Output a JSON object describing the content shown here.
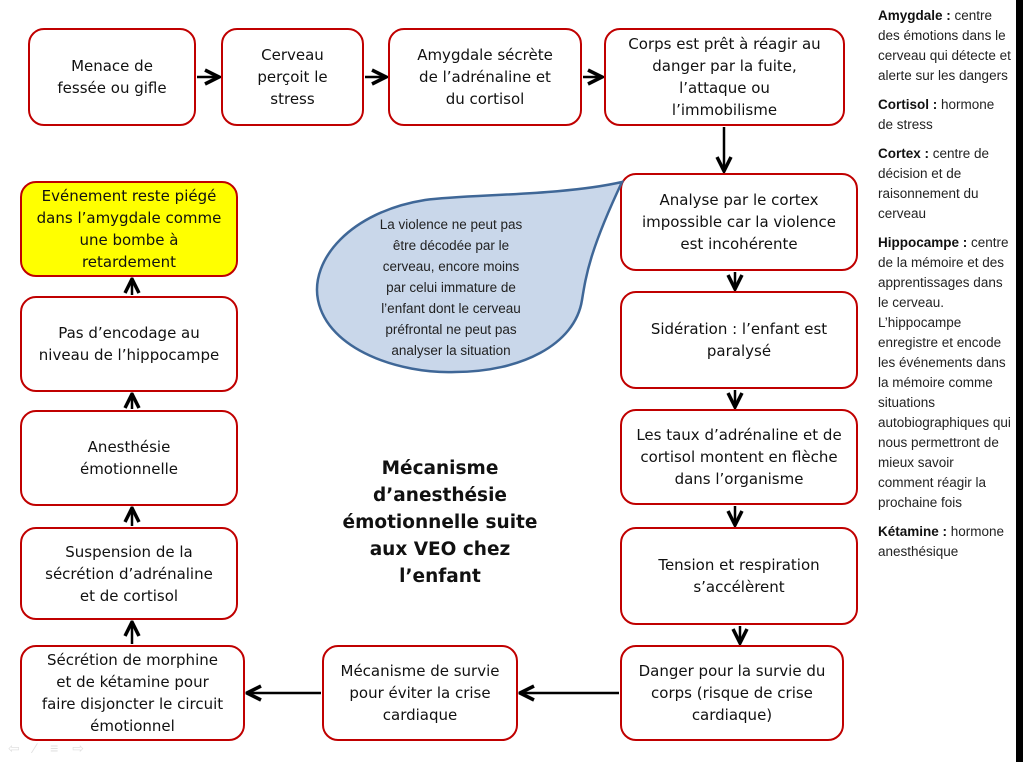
{
  "title": "Mécanisme\nd’anesthésie\némotionnelle suite\naux VEO chez\nl’enfant",
  "flow_boxes": [
    {
      "id": "menace",
      "text": "Menace de\nfessée ou gifle"
    },
    {
      "id": "cerveau",
      "text": "Cerveau\nperçoit le\nstress"
    },
    {
      "id": "amygdale",
      "text": "Amygdale sécrète\nde l’adrénaline et\ndu cortisol"
    },
    {
      "id": "corps",
      "text": "Corps est prêt à réagir au\ndanger par la fuite,\nl’attaque ou\nl’immobilisme"
    },
    {
      "id": "analyse",
      "text": "Analyse par le cortex\nimpossible car la violence\nest incohérente"
    },
    {
      "id": "sideration",
      "text": "Sidération : l’enfant est\nparalysé"
    },
    {
      "id": "taux",
      "text": "Les taux d’adrénaline et de\ncortisol montent en flèche\ndans l’organisme"
    },
    {
      "id": "tension",
      "text": "Tension et respiration\ns’accélèrent"
    },
    {
      "id": "danger",
      "text": "Danger pour la survie du\ncorps (risque de crise\ncardiaque)"
    },
    {
      "id": "survie",
      "text": "Mécanisme de survie\npour éviter la crise\ncardiaque"
    },
    {
      "id": "secretion",
      "text": "Sécrétion de morphine\net de kétamine pour\nfaire disjoncter le circuit\némotionnel"
    },
    {
      "id": "suspension",
      "text": "Suspension de la\nsécrétion d’adrénaline\net de cortisol"
    },
    {
      "id": "anesthesie",
      "text": "Anesthésie\némotionnelle"
    },
    {
      "id": "encodage",
      "text": "Pas d’encodage au\nniveau de l’hippocampe"
    },
    {
      "id": "evenement",
      "text": "Evénement reste piégé\ndans l’amygdale comme\nune bombe à\nretardement",
      "highlight": "#ffff00"
    }
  ],
  "callout": {
    "text": "La violence ne peut pas\nêtre décodée par le\ncerveau, encore moins\npar celui immature de\nl’enfant dont le cerveau\npréfrontal ne peut pas\nanalyser la situation",
    "fill": "#c9d7ea",
    "stroke": "#3f6797"
  },
  "glossary": [
    {
      "term": "Amygdale :",
      "definition": " centre des émotions dans le cerveau qui détecte et alerte sur les dangers"
    },
    {
      "term": "Cortisol :",
      "definition": " hormone de stress"
    },
    {
      "term": "Cortex :",
      "definition": " centre de décision et de raisonnement du cerveau"
    },
    {
      "term": "Hippocampe :",
      "definition": " centre de la mémoire et des apprentissages dans le cerveau. L’hippocampe enregistre et encode les événements dans la mémoire comme situations autobiographiques qui nous permettront de mieux savoir comment réagir la prochaine fois"
    },
    {
      "term": "Kétamine :",
      "definition": " hormone anesthésique"
    }
  ],
  "colors": {
    "box_border": "#c00000",
    "arrow": "#000000",
    "highlight": "#ffff00"
  },
  "nav_controls": [
    "previous-icon",
    "pen-icon",
    "menu-icon",
    "next-icon"
  ]
}
